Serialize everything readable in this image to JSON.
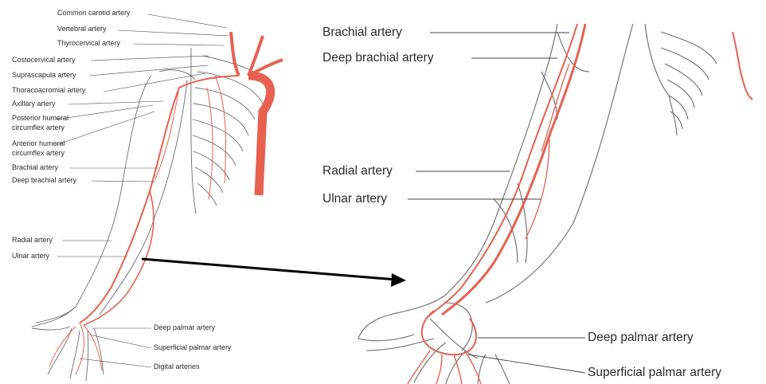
{
  "left_labels": {
    "common_carotid": "Common carotid artery",
    "vertebral": "Vertebral artery",
    "thyrocervical": "Thyrocervical artery",
    "costocervical": "Costocervical artery",
    "suprascapula": "Suprascapula artery",
    "thoracoacromial": "Thoracoacromial artery",
    "axillary": "Axillary artery",
    "posterior_humeral_1": "Posterior humeral",
    "posterior_humeral_2": "circumflex artery",
    "anterior_humeral_1": "Anterior humeral",
    "anterior_humeral_2": "circumflex artery",
    "brachial": "Brachial artery",
    "deep_brachial": "Deep brachial artery",
    "radial": "Radial artery",
    "ulnar": "Ulnar artery",
    "deep_palmar": "Deep palmar artery",
    "superficial_palmar": "Superficial palmar artery",
    "digital": "Digital arteries"
  },
  "right_labels": {
    "brachial": "Brachial artery",
    "deep_brachial": "Deep brachial artery",
    "radial": "Radial artery",
    "ulnar": "Ulnar artery",
    "deep_palmar": "Deep palmar artery",
    "superficial_palmar": "Superficial palmar artery"
  },
  "colors": {
    "artery": "#e8604f",
    "outline": "#6b6b6b",
    "leader": "#444444",
    "arrow": "#000000"
  }
}
